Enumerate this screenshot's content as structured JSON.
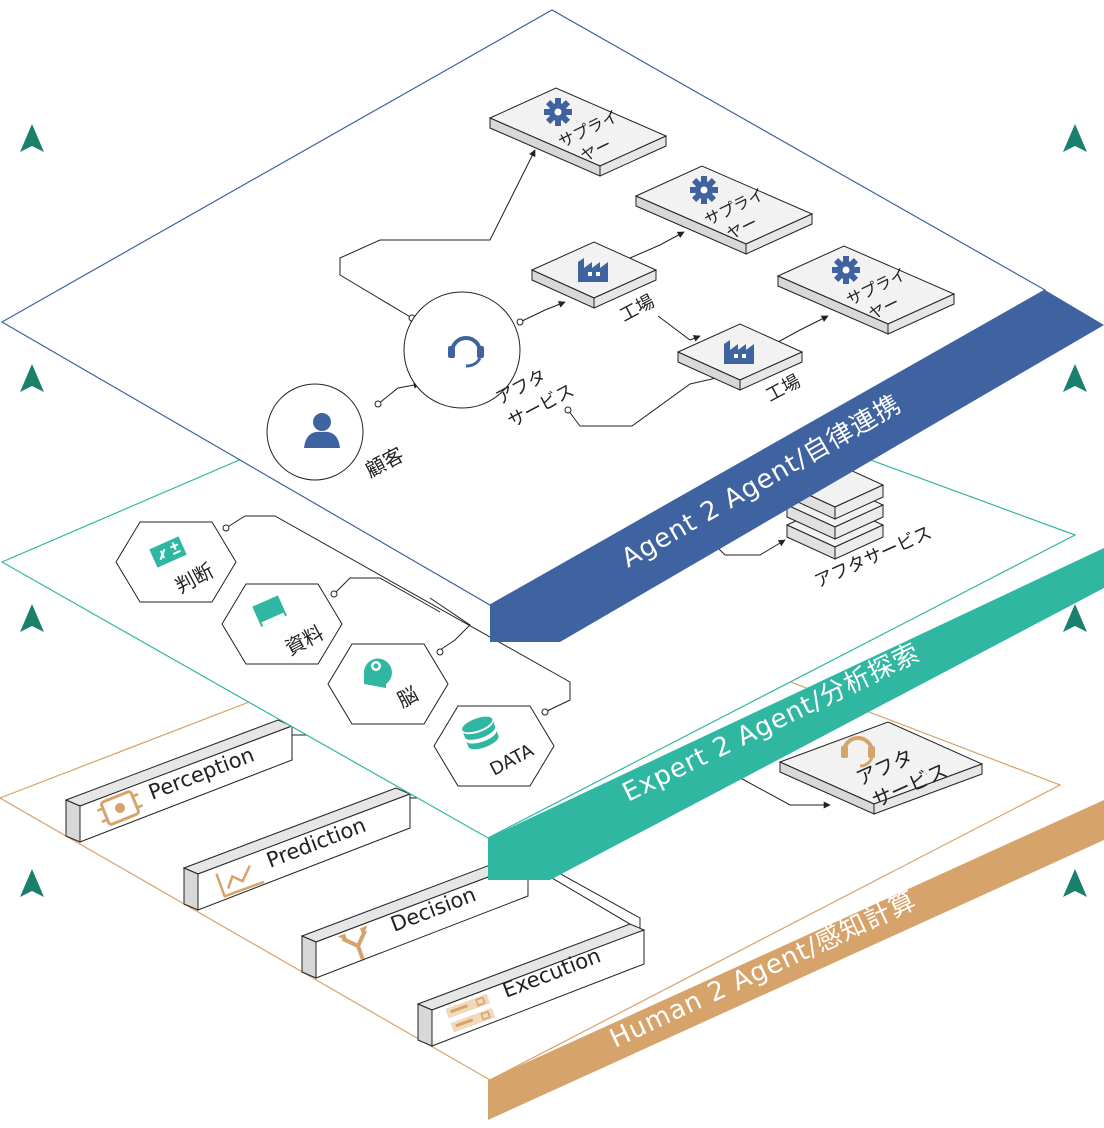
{
  "layers": {
    "agent": {
      "band_label": "Agent 2 Agent/自律連携",
      "color": "#3f63a0",
      "customer_label": "顧客",
      "service_label_line1": "アフタ",
      "service_label_line2": "サービス",
      "factory_label": "工場",
      "supplier_label_line1": "サプライ",
      "supplier_label_line2": "ヤー"
    },
    "expert": {
      "band_label": "Expert 2 Agent/分析探索",
      "color": "#2fb7a1",
      "nodes": [
        "判断",
        "資料",
        "脳",
        "DATA"
      ],
      "server_label": "アフタサービス"
    },
    "human": {
      "band_label": "Human 2 Agent/感知計算",
      "color": "#d6a36a",
      "cards": [
        "Perception",
        "Prediction",
        "Decision",
        "Execution"
      ],
      "service_label_line1": "アフタ",
      "service_label_line2": "サービス"
    }
  },
  "arrow_color": "#1b7f6e",
  "icons": [
    "user-icon",
    "headset-icon",
    "factory-icon",
    "gear-icon",
    "server-icon",
    "chip-eye-icon",
    "chart-icon",
    "split-arrow-icon",
    "checklist-icon"
  ]
}
